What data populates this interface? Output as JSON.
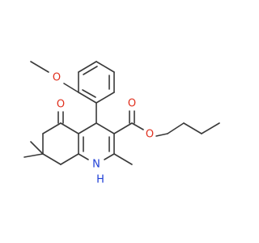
{
  "diagram": {
    "kind": "skeletal-structure",
    "colors": {
      "bond": "#3a3a3a",
      "oxygen": "#e0301e",
      "nitrogen": "#1f3fd6",
      "background": "#ffffff"
    },
    "atom_labels": {
      "o_methoxy": "O",
      "o_ketone": "O",
      "o_ester_carbonyl": "O",
      "o_ester_ether": "O",
      "nitrogen": "N",
      "nitrogen_h": "H"
    }
  }
}
